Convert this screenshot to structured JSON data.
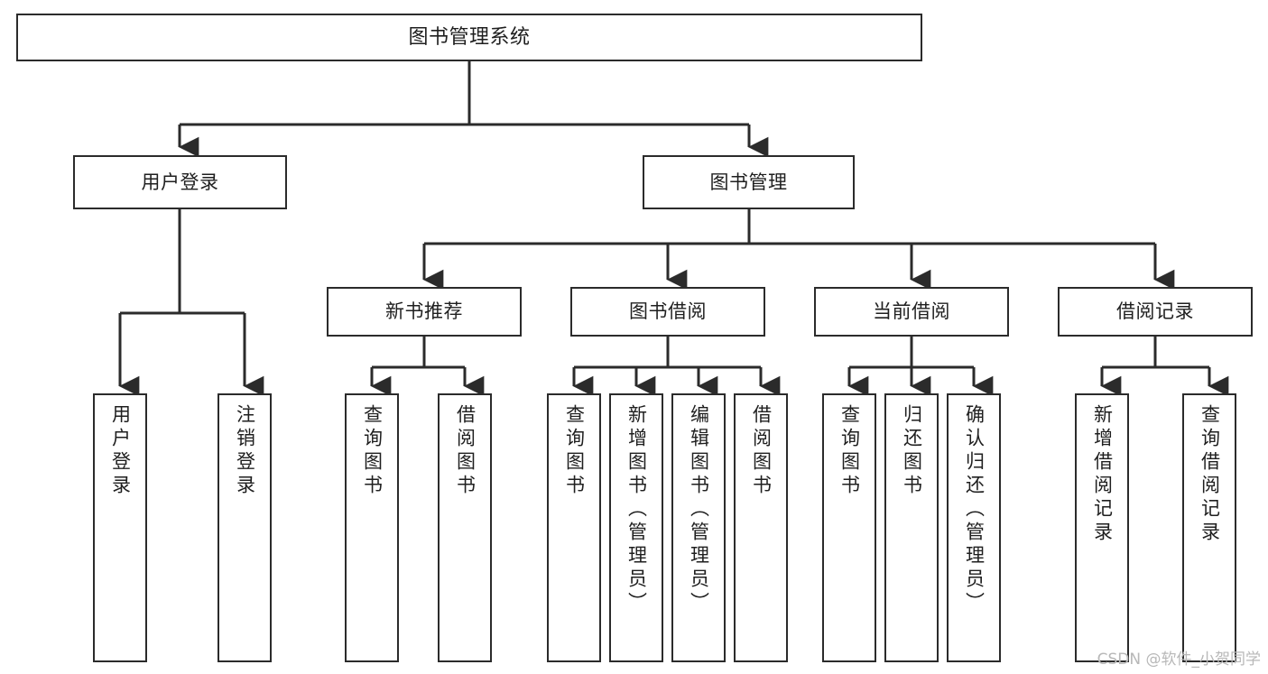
{
  "diagram": {
    "type": "tree",
    "title": "图书管理系统",
    "stroke_color": "#2b2b2b",
    "text_color": "#1f1f1f",
    "background_color": "#ffffff",
    "watermark": "CSDN @软件_小贺同学",
    "levels": {
      "root": {
        "label": "图书管理系统"
      },
      "level2": [
        {
          "label": "用户登录"
        },
        {
          "label": "图书管理"
        }
      ],
      "level3": [
        {
          "label": "新书推荐"
        },
        {
          "label": "图书借阅"
        },
        {
          "label": "当前借阅"
        },
        {
          "label": "借阅记录"
        }
      ],
      "leaves": {
        "user_login": [
          {
            "label": "用户登录"
          },
          {
            "label": "注销登录"
          }
        ],
        "new_book_recommend": [
          {
            "label": "查询图书"
          },
          {
            "label": "借阅图书"
          }
        ],
        "book_borrow": [
          {
            "label": "查询图书"
          },
          {
            "label": "新增图书（管理员）"
          },
          {
            "label": "编辑图书（管理员）"
          },
          {
            "label": "借阅图书"
          }
        ],
        "current_borrow": [
          {
            "label": "查询图书"
          },
          {
            "label": "归还图书"
          },
          {
            "label": "确认归还（管理员）"
          }
        ],
        "borrow_record": [
          {
            "label": "新增借阅记录"
          },
          {
            "label": "查询借阅记录"
          }
        ]
      }
    }
  }
}
